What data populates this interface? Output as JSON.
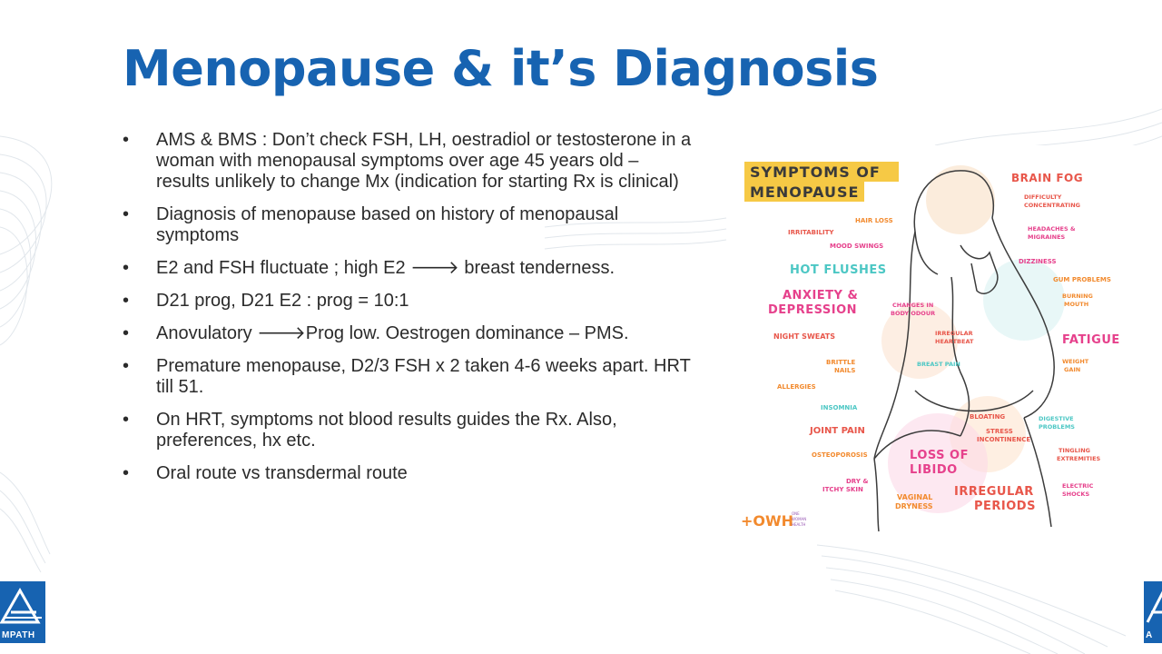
{
  "slide": {
    "title": "Menopause & it’s Diagnosis",
    "bullet_symbol": "•",
    "bullets": [
      "AMS & BMS : Don’t check FSH, LH, oestradiol or testosterone in a woman with menopausal symptoms over age 45 years old – results unlikely to change Mx (indication for starting Rx is clinical)",
      "Diagnosis of menopause based on history of menopausal symptoms",
      "E2 and FSH fluctuate ; high E2 🡒 breast tenderness.",
      "D21 prog, D21 E2 : prog = 10:1",
      "Anovulatory 🡒Prog low. Oestrogen dominance – PMS.",
      "Premature menopause, D2/3 FSH x 2 taken 4-6 weeks apart. HRT till 51.",
      "On HRT, symptoms not blood results guides the Rx. Also, preferences, hx etc.",
      "Oral route vs transdermal route"
    ]
  },
  "infographic": {
    "heading_line1": "SYMPTOMS OF",
    "heading_line2": "MENOPAUSE",
    "left_labels": {
      "hair_loss": "HAIR LOSS",
      "irritability": "IRRITABILITY",
      "mood_swings": "MOOD SWINGS",
      "hot_flushes": "HOT FLUSHES",
      "anxiety": "ANXIETY &",
      "depression": "DEPRESSION",
      "night_sweats": "NIGHT SWEATS",
      "brittle_1": "BRITTLE",
      "brittle_2": "NAILS",
      "allergies": "ALLERGIES",
      "insomnia": "INSOMNIA",
      "joint_pain": "JOINT PAIN",
      "osteoporosis": "OSTEOPOROSIS",
      "dry_1": "DRY &",
      "dry_2": "ITCHY SKIN"
    },
    "center_labels": {
      "body_odour_1": "CHANGES IN",
      "body_odour_2": "BODY ODOUR",
      "heartbeat_1": "IRREGULAR",
      "heartbeat_2": "HEARTBEAT",
      "breast_pain": "BREAST PAIN",
      "bloating": "BLOATING",
      "stress_1": "STRESS",
      "stress_2": "INCONTINENCE",
      "libido_1": "LOSS OF",
      "libido_2": "LIBIDO",
      "vaginal_1": "VAGINAL",
      "vaginal_2": "DRYNESS"
    },
    "right_labels": {
      "brain_fog": "BRAIN FOG",
      "difficulty_1": "DIFFICULTY",
      "difficulty_2": "CONCENTRATING",
      "headaches_1": "HEADACHES &",
      "headaches_2": "MIGRAINES",
      "dizziness": "DIZZINESS",
      "gum": "GUM PROBLEMS",
      "burning_1": "BURNING",
      "burning_2": "MOUTH",
      "fatigue": "FATIGUE",
      "weight_1": "WEIGHT",
      "weight_2": "GAIN",
      "digestive_1": "DIGESTIVE",
      "digestive_2": "PROBLEMS",
      "tingling_1": "TINGLING",
      "tingling_2": "EXTREMITIES",
      "irregular_1": "IRREGULAR",
      "irregular_2": "PERIODS",
      "electric_1": "ELECTRIC",
      "electric_2": "SHOCKS"
    },
    "brand_logo": "+OWH",
    "brand_line1": "ONE",
    "brand_line2": "WOMAN",
    "brand_line3": "HEALTH"
  },
  "footer": {
    "logo_text": "MPATH",
    "logo_letter": "A"
  },
  "colors": {
    "title": "#1763b1",
    "body_text": "#2b2b2b",
    "heading_highlight": "#f6c945",
    "red_label": "#e8564a",
    "teal_label": "#4cc7c4",
    "pink_label": "#e6418c",
    "orange_label": "#f28a2e",
    "purple_label": "#9a5bb5"
  }
}
